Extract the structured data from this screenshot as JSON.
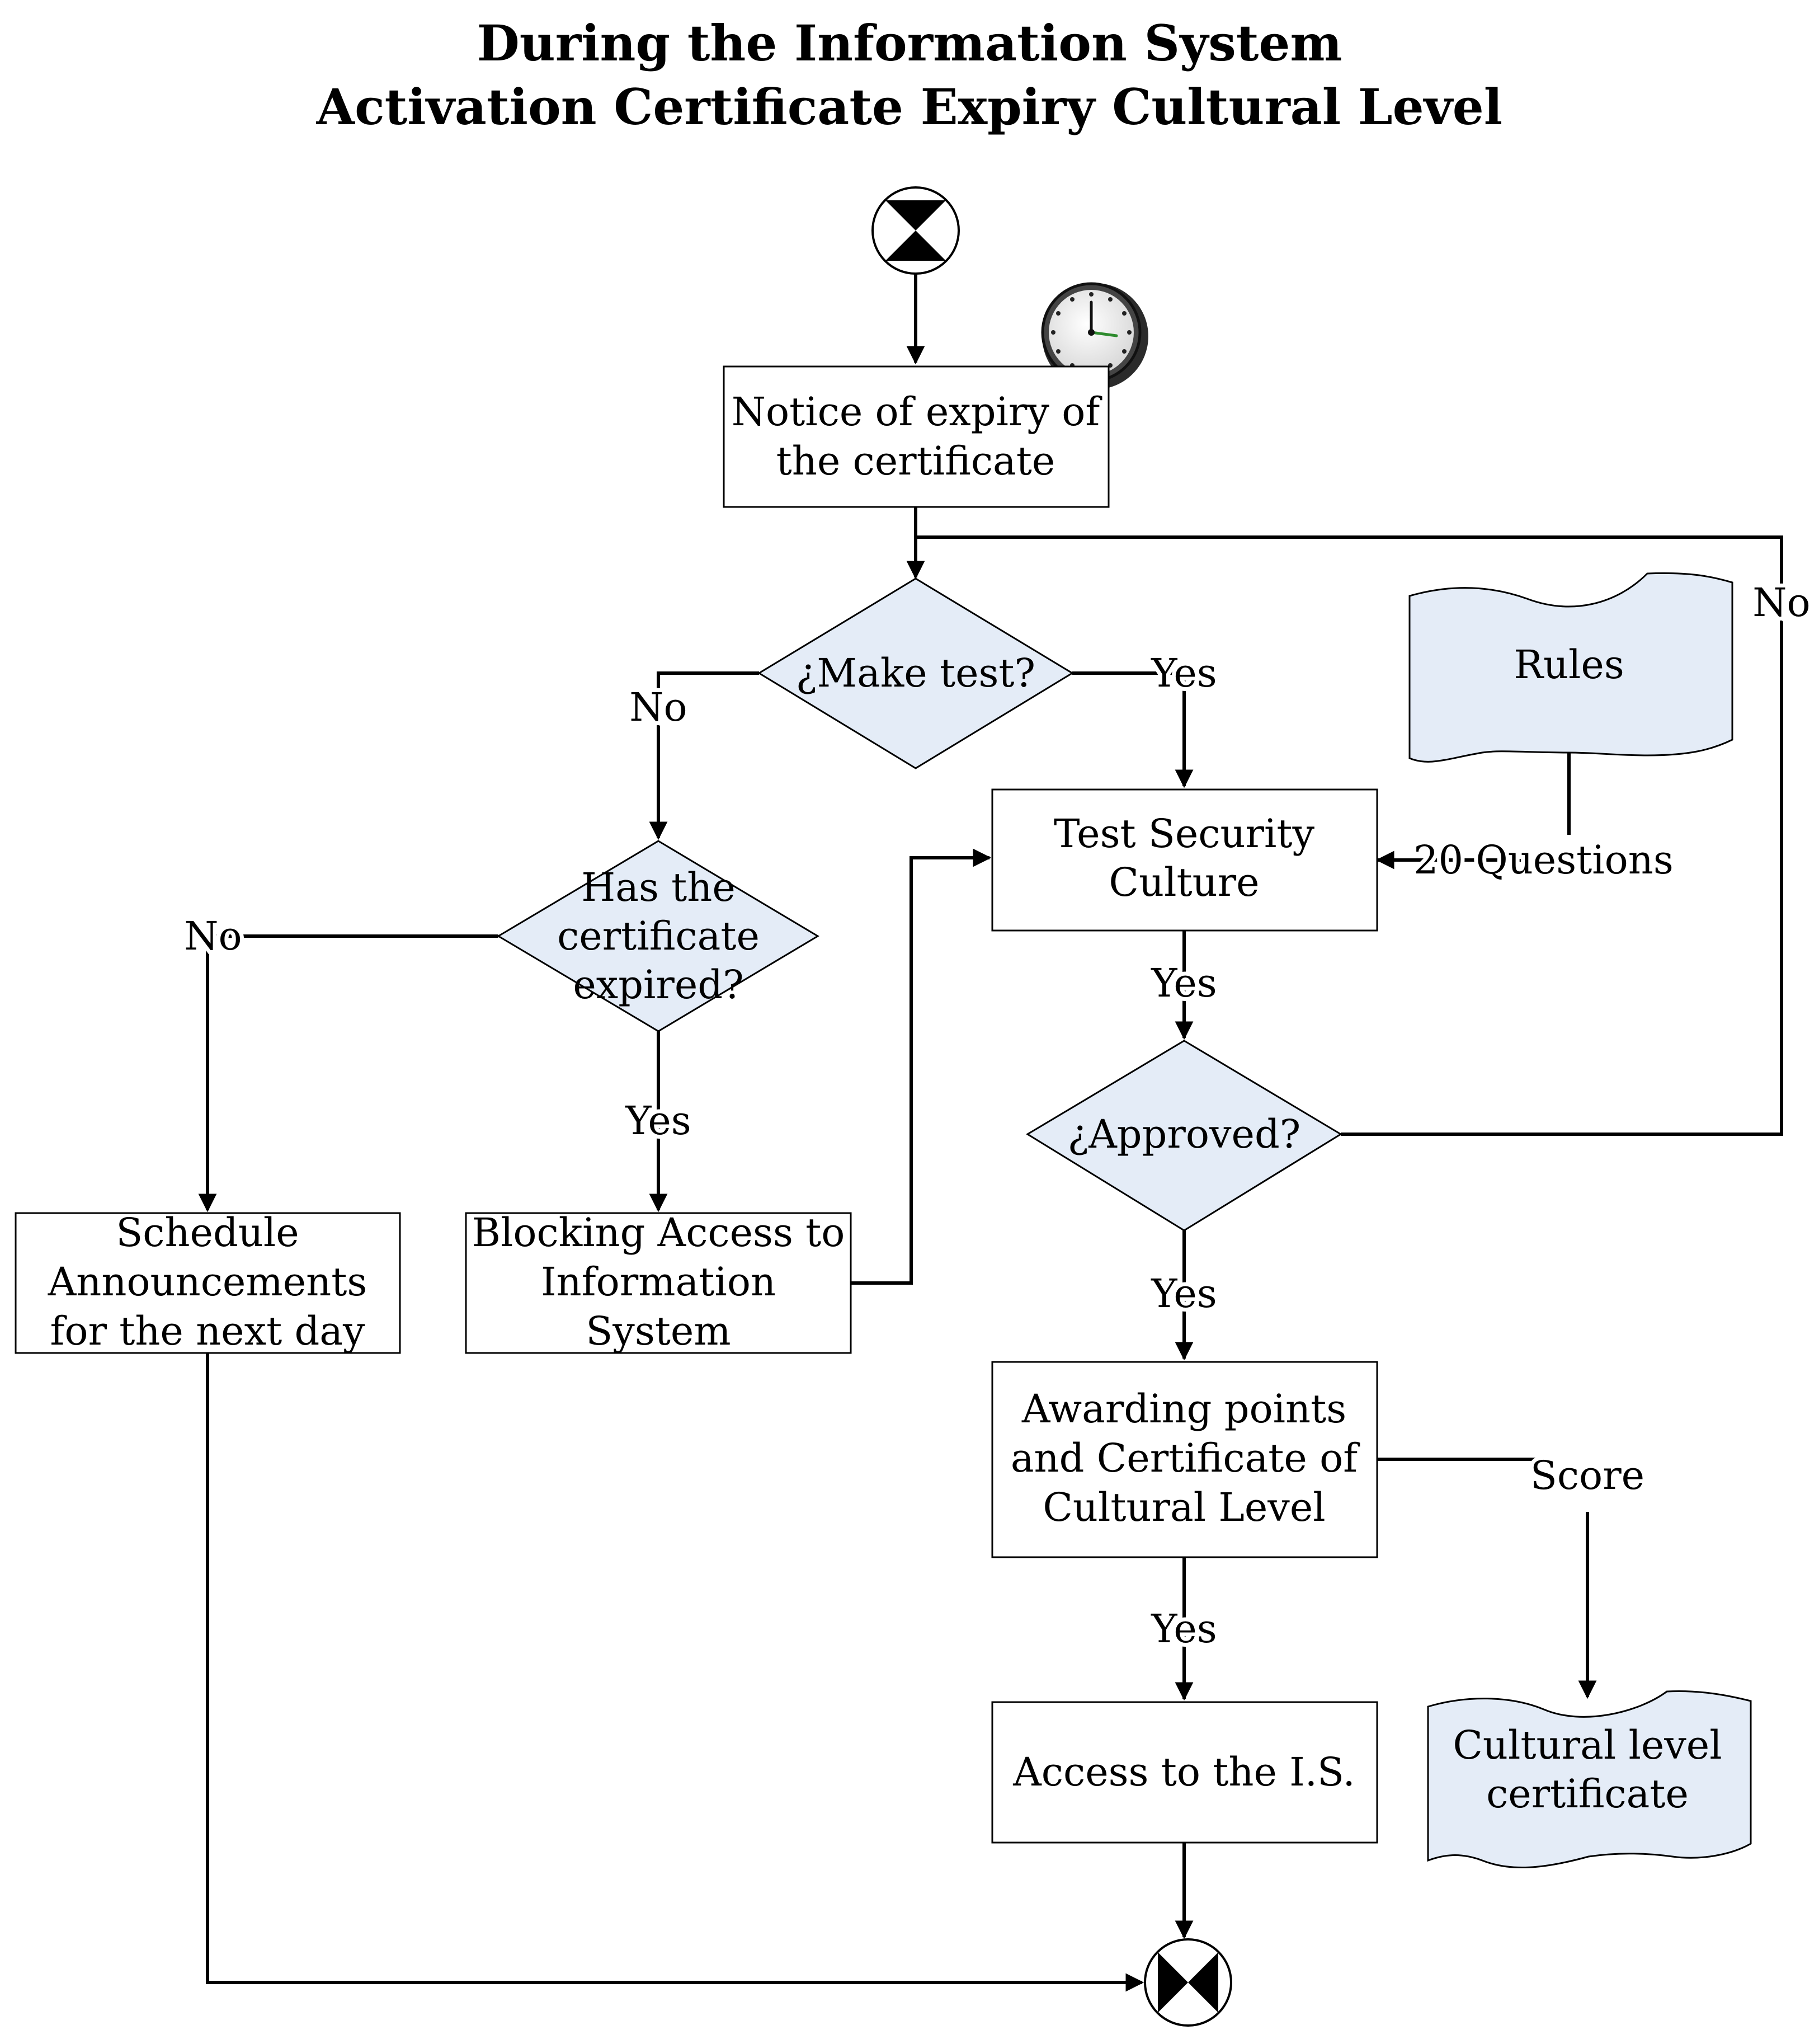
{
  "title": {
    "line1": "During the Information System",
    "line2": "Activation Certificate Expiry Cultural Level"
  },
  "nodes": {
    "notice": [
      "Notice of expiry of",
      "the certificate"
    ],
    "make_test": [
      "¿Make test?"
    ],
    "has_expired": [
      "Has the",
      "certificate",
      "expired?"
    ],
    "test_security": [
      "Test Security",
      "Culture"
    ],
    "approved": [
      "¿Approved?"
    ],
    "schedule": [
      "Schedule",
      "Announcements",
      "for the next day"
    ],
    "blocking": [
      "Blocking Access to",
      "Information",
      "System"
    ],
    "awarding": [
      "Awarding points",
      "and Certificate of",
      "Cultural Level"
    ],
    "access": [
      "Access to the I.S."
    ],
    "rules": [
      "Rules"
    ],
    "certificate_doc": [
      "Cultural level",
      "certificate"
    ]
  },
  "edge_labels": {
    "make_test_yes": "Yes",
    "make_test_no": "No",
    "expired_no": "No",
    "expired_yes": "Yes",
    "test_yes": "Yes",
    "approved_yes": "Yes",
    "approved_no": "No",
    "awarding_yes": "Yes",
    "score": "Score",
    "questions": "20 Questions"
  },
  "colors": {
    "fill_shape": "#e4ecf7",
    "stroke": "#000000",
    "background": "#ffffff"
  },
  "icons": {
    "start": "start-event-icon",
    "end": "end-event-icon",
    "timer": "clock-timer-icon"
  }
}
